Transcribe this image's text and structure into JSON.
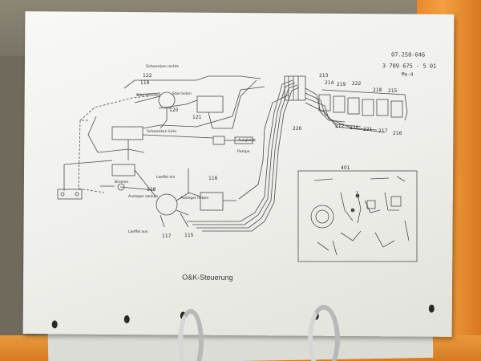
{
  "document": {
    "title": "O&K-Steuerung",
    "drawing_number": "07.250-046",
    "part_number": "3 709 675 - 5 01",
    "revision": "Ma-4"
  },
  "diagram": {
    "function_labels": {
      "swing_right": "Schwenken rechts",
      "swing_left": "Schwenken links",
      "stick_extend": "Stiel strecken",
      "stick_retract": "Stiel holen",
      "bucket_in": "Loeffel ein",
      "bucket_out": "Loeffel aus",
      "boom_lower": "Ausleger senken",
      "boom_raise": "Ausleger heben",
      "brake": "Bremse",
      "pump": "Pumpe",
      "hydraulic_tank": "Ausgleich"
    },
    "part_numbers": {
      "p122": "122",
      "p119": "119",
      "p120": "120",
      "p121": "121",
      "p118": "118",
      "p116": "116",
      "p117": "117",
      "p115": "115",
      "p213": "213",
      "p214": "214",
      "p219": "219",
      "p222": "222",
      "p218": "218",
      "p215": "215",
      "p226": "226",
      "p212": "212",
      "p220": "220",
      "p221": "221",
      "p217": "217",
      "p216": "216",
      "p401": "401"
    }
  },
  "colors": {
    "paper": "#f3f3ef",
    "ink": "#3a3a3a",
    "binder": "#e9892a"
  }
}
